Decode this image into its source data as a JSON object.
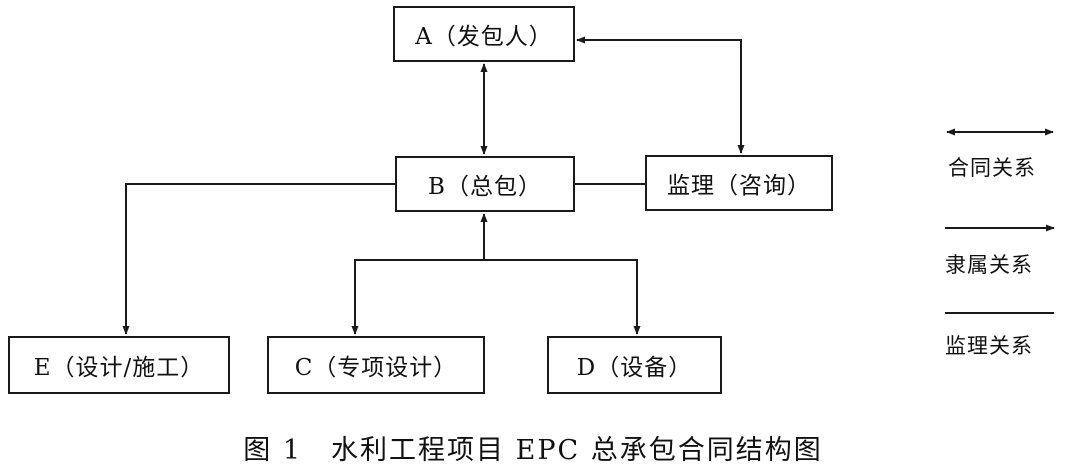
{
  "boxes": {
    "a": "A（发包人）",
    "b": "B（总包）",
    "supervisor": "监理（咨询）",
    "e": "E（设计/施工）",
    "c": "C（专项设计）",
    "d": "D（设备）"
  },
  "legend": {
    "contract": "合同关系",
    "subordinate": "隶属关系",
    "supervision": "监理关系"
  },
  "caption": "图 1　水利工程项目 EPC 总承包合同结构图",
  "colors": {
    "line": "#1a1a1a",
    "background": "#ffffff"
  }
}
